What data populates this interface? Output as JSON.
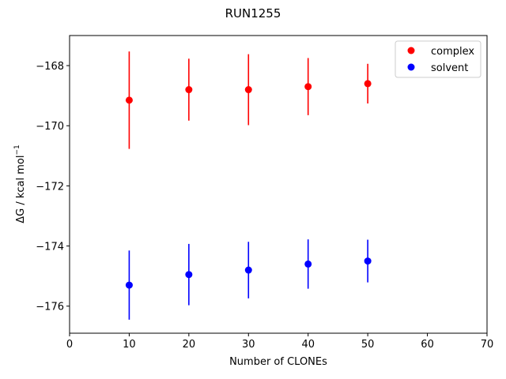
{
  "chart_data": {
    "type": "scatter",
    "title": "RUN1255",
    "xlabel": "Number of CLONEs",
    "ylabel": "ΔG / kcal mol",
    "ylabel_superscript": "−1",
    "xlim": [
      0,
      70
    ],
    "ylim": [
      -176.9,
      -167.0
    ],
    "xticks": [
      0,
      10,
      20,
      30,
      40,
      50,
      60,
      70
    ],
    "yticks": [
      -168,
      -170,
      -172,
      -174,
      -176
    ],
    "grid": false,
    "legend_position": "top-right",
    "series": [
      {
        "name": "complex",
        "color": "#ff0000",
        "x": [
          10,
          20,
          30,
          40,
          50
        ],
        "y": [
          -169.15,
          -168.8,
          -168.8,
          -168.7,
          -168.6
        ],
        "err": [
          1.62,
          1.03,
          1.18,
          0.95,
          0.66
        ]
      },
      {
        "name": "solvent",
        "color": "#0000ff",
        "x": [
          10,
          20,
          30,
          40,
          50
        ],
        "y": [
          -175.3,
          -174.95,
          -174.8,
          -174.6,
          -174.5
        ],
        "err": [
          1.15,
          1.02,
          0.94,
          0.82,
          0.71
        ]
      }
    ]
  }
}
